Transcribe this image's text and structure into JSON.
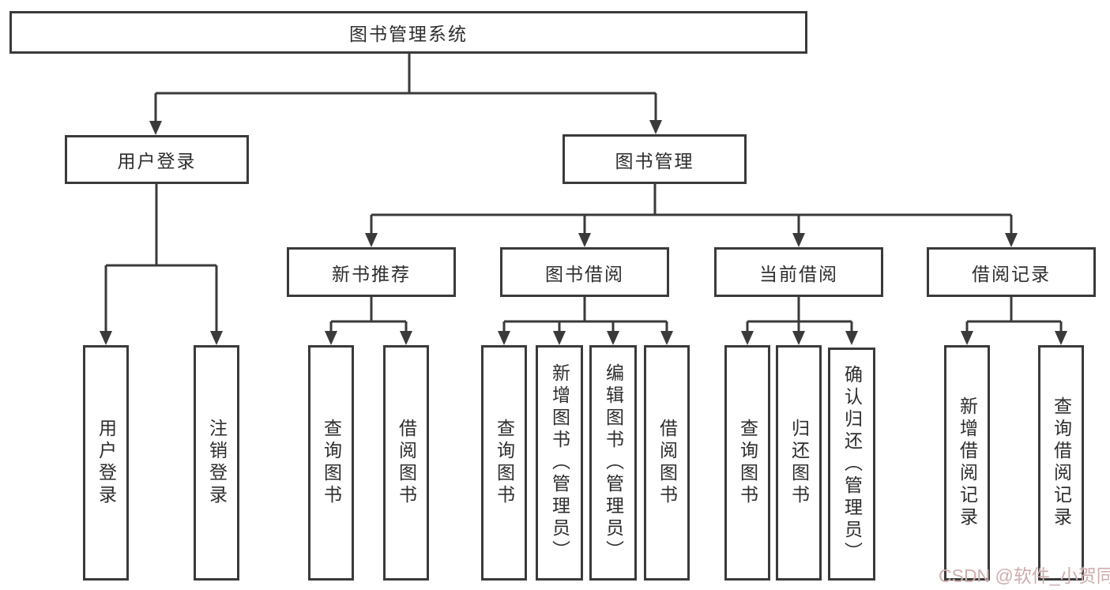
{
  "diagram": {
    "root": {
      "label": "图书管理系统"
    },
    "level2": [
      {
        "label": "用户登录"
      },
      {
        "label": "图书管理"
      }
    ],
    "level3": [
      {
        "label": "新书推荐"
      },
      {
        "label": "图书借阅"
      },
      {
        "label": "当前借阅"
      },
      {
        "label": "借阅记录"
      }
    ],
    "leaves": {
      "login": [
        "用户登录",
        "注销登录"
      ],
      "recommend": [
        "查询图书",
        "借阅图书"
      ],
      "borrow": [
        "查询图书",
        "新增图书（管理员）",
        "编辑图书（管理员）",
        "借阅图书"
      ],
      "current": [
        "查询图书",
        "归还图书",
        "确认归还（管理员）"
      ],
      "records": [
        "新增借阅记录",
        "查询借阅记录"
      ]
    }
  },
  "watermark": {
    "text": "CSDN @软件_小贺同学"
  },
  "colors": {
    "line": "#3a3a3a",
    "text": "#2d2d2d",
    "box-bg": "#ffffff",
    "page-bg": "#ffffff",
    "watermark": "#cfadad"
  }
}
